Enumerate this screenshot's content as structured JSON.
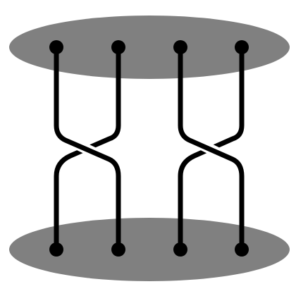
{
  "diagram": {
    "type": "braid",
    "strand_count": 4,
    "crossings": [
      {
        "strands": [
          1,
          2
        ],
        "over": "left-to-right"
      },
      {
        "strands": [
          3,
          4
        ],
        "over": "left-to-right"
      }
    ],
    "colors": {
      "disk": "#808080",
      "strand": "#000000",
      "background": "#ffffff"
    }
  }
}
